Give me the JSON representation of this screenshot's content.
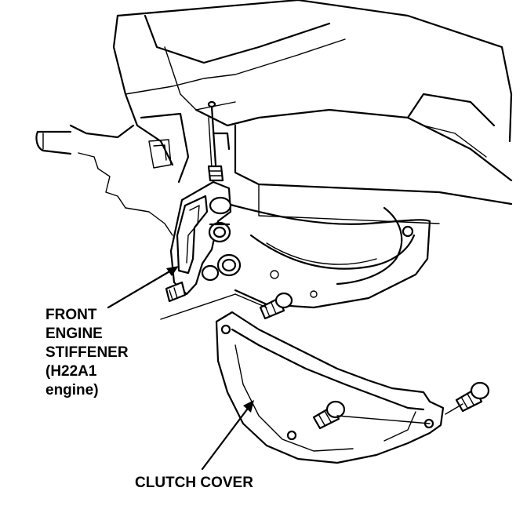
{
  "labels": {
    "stiffener": {
      "line1": "FRONT",
      "line2": "ENGINE",
      "line3": "STIFFENER",
      "line4": "(H22A1",
      "line5": "engine)"
    },
    "clutch_cover": "CLUTCH COVER"
  },
  "colors": {
    "ink": "#000000",
    "paper": "#ffffff"
  }
}
